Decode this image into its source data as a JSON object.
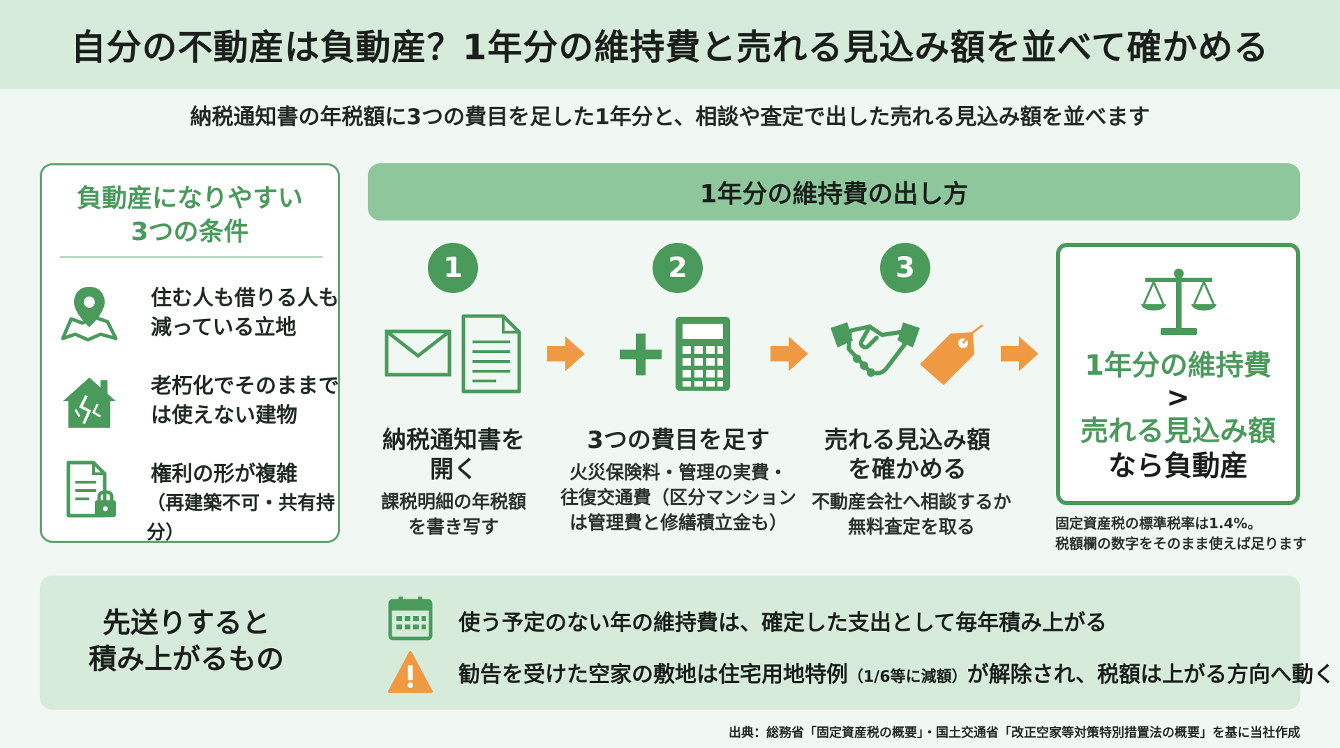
{
  "title": "自分の不動産は負動産？1年分の維持費と売れる見込み額を並べて確かめる",
  "subtitle": "納税通知書の年税額に3つの費目を足した1年分と、相談や査定で出した売れる見込み額を並べます",
  "conditions": {
    "title_line1": "負動産になりやすい",
    "title_line2": "3つの条件",
    "items": [
      {
        "icon": "location-map-icon",
        "line1": "住む人も借りる人も",
        "line2": "減っている立地"
      },
      {
        "icon": "broken-house-icon",
        "line1": "老朽化でそのままで",
        "line2": "は使えない建物"
      },
      {
        "icon": "locked-document-icon",
        "line1": "権利の形が複雑",
        "line2": "（再建築不可・共有持分）"
      }
    ]
  },
  "method": {
    "title": "1年分の維持費の出し方",
    "steps": [
      {
        "num": "1",
        "icons": [
          "envelope-icon",
          "document-icon"
        ],
        "title_line1": "納税通知書を",
        "title_line2": "開く",
        "desc_line1": "課税明細の年税額",
        "desc_line2": "を書き写す",
        "desc_line3": ""
      },
      {
        "num": "2",
        "icons": [
          "plus-icon",
          "calculator-icon"
        ],
        "title_line1": "3つの費目を足す",
        "title_line2": "",
        "desc_line1": "火災保険料・管理の実費・",
        "desc_line2": "往復交通費（区分マンション",
        "desc_line3": "は管理費と修繕積立金も）"
      },
      {
        "num": "3",
        "icons": [
          "handshake-icon",
          "price-tag-icon"
        ],
        "title_line1": "売れる見込み額",
        "title_line2": "を確かめる",
        "desc_line1": "不動産会社へ相談するか",
        "desc_line2": "無料査定を取る",
        "desc_line3": ""
      }
    ],
    "result": {
      "icon": "scale-icon",
      "line1": "1年分の維持費",
      "line2": ">",
      "line3": "売れる見込み額",
      "line4": "なら負動産"
    },
    "note_line1": "固定資産税の標準税率は1.4%。",
    "note_line2": "税額欄の数字をそのまま使えば足ります"
  },
  "accumulate": {
    "title_line1": "先送りすると",
    "title_line2": "積み上がるもの",
    "items": [
      {
        "icon": "calendar-icon",
        "text": "使う予定のない年の維持費は、確定した支出として毎年積み上がる"
      },
      {
        "icon": "warning-icon",
        "text_a": "勧告を受けた空家の敷地は住宅用地特例",
        "text_small": "（1/6等に減額）",
        "text_b": "が解除され、税額は上がる方向へ動く"
      }
    ]
  },
  "source": "出典：総務省「固定資産税の概要」・国土交通省「改正空家等対策特別措置法の概要」を基に当社作成",
  "colors": {
    "green": "#4a9a5c",
    "light_green": "#8ec79b",
    "orange": "#ef9a43",
    "panel": "#d7ebdb"
  }
}
